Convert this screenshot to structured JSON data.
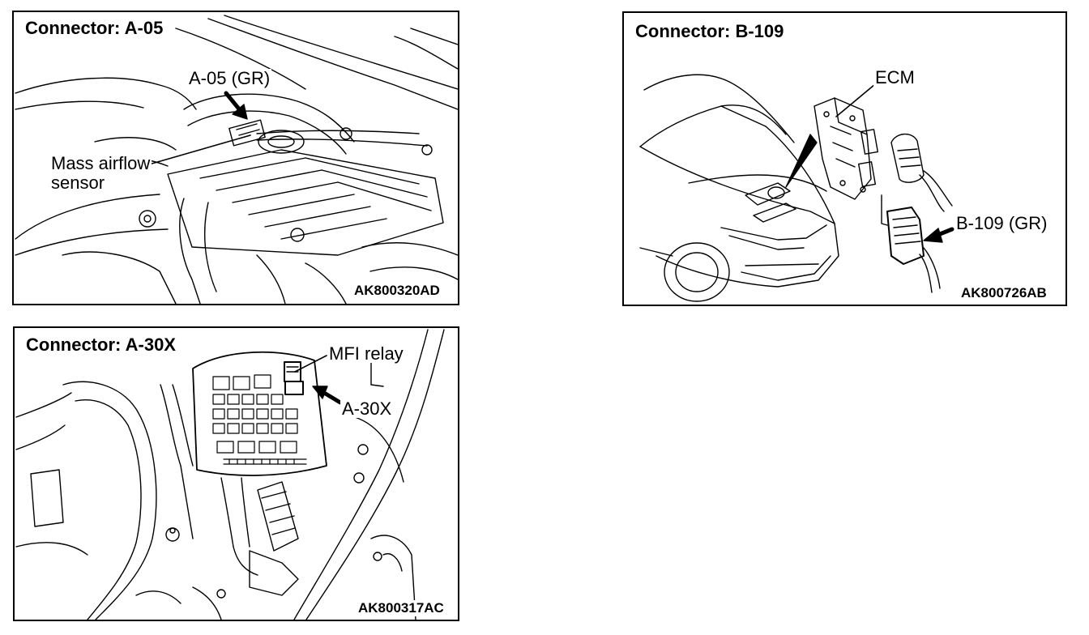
{
  "panels": {
    "a05": {
      "title": "Connector: A-05",
      "code": "AK800320AD",
      "callouts": {
        "connector": "A-05 (GR)",
        "sensor_line1": "Mass airflow",
        "sensor_line2": "sensor"
      },
      "icons": [
        "engine-bay-illustration",
        "pointer-arrow-icon"
      ]
    },
    "b109": {
      "title": "Connector: B-109",
      "code": "AK800726AB",
      "callouts": {
        "ecm": "ECM",
        "connector": "B-109 (GR)"
      },
      "icons": [
        "car-front-illustration",
        "ecm-unit-illustration",
        "pointer-arrow-icon"
      ]
    },
    "a30x": {
      "title": "Connector: A-30X",
      "code": "AK800317AC",
      "callouts": {
        "relay": "MFI relay",
        "connector": "A-30X"
      },
      "icons": [
        "relay-box-illustration",
        "pointer-arrow-icon"
      ]
    }
  }
}
